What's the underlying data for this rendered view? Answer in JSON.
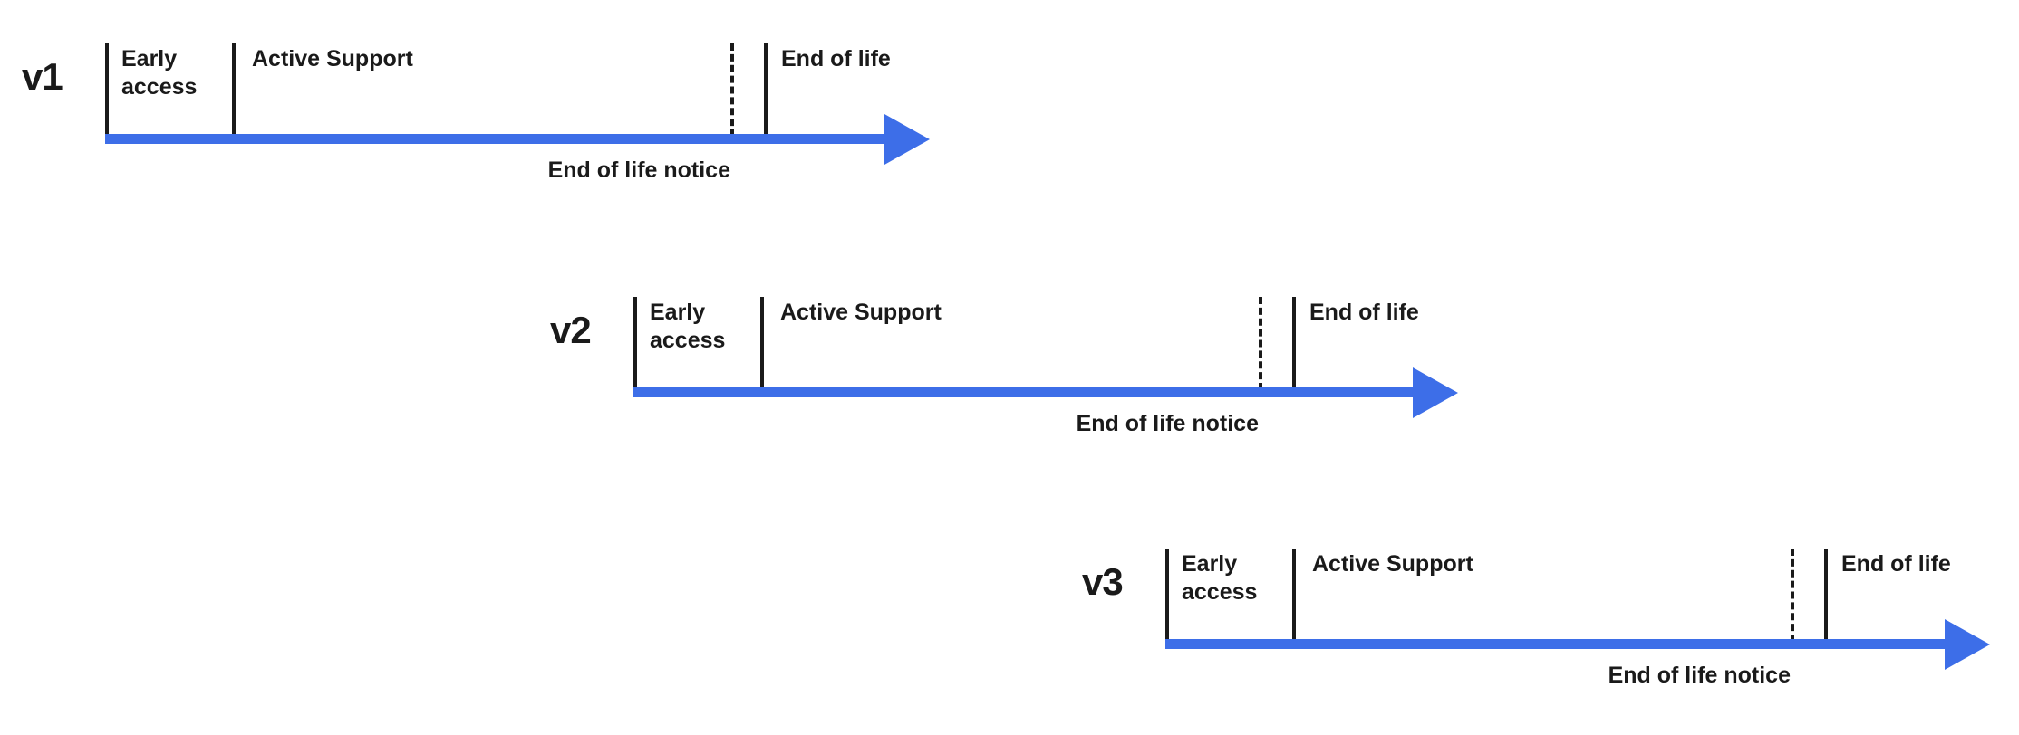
{
  "diagram": {
    "type": "version-lifecycle-timelines",
    "timelines": [
      {
        "version": "v1",
        "labels": {
          "early_access": "Early access",
          "active_support": "Active Support",
          "end_of_life": "End of life",
          "eol_notice": "End of life notice"
        }
      },
      {
        "version": "v2",
        "labels": {
          "early_access": "Early access",
          "active_support": "Active Support",
          "end_of_life": "End of life",
          "eol_notice": "End of life notice"
        }
      },
      {
        "version": "v3",
        "labels": {
          "early_access": "Early access",
          "active_support": "Active Support",
          "end_of_life": "End of life",
          "eol_notice": "End of life notice"
        }
      }
    ]
  },
  "colors": {
    "arrow_blue": "#3D6EE8",
    "text": "#1A1A1A",
    "background": "#FFFFFF"
  }
}
